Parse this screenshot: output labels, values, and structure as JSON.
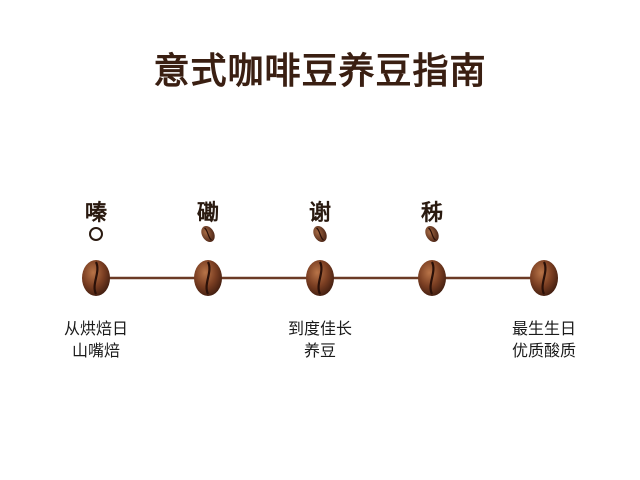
{
  "title": "意式咖啡豆养豆指南",
  "stages": [
    {
      "label": "嗪"
    },
    {
      "label": "磡"
    },
    {
      "label": "谢"
    },
    {
      "label": "秭"
    }
  ],
  "notes": [
    {
      "line1": "从烘焙日",
      "line2": "山嘴焙"
    },
    {
      "line1": "到度佳长",
      "line2": "养豆"
    },
    {
      "line1": "最生生日",
      "line2": "优质酸质"
    }
  ],
  "colors": {
    "title": "#3a1f12",
    "line": "#6b3a25",
    "bean_dark": "#4a2416",
    "bean_light": "#a0603a",
    "crease": "#2a1008"
  }
}
